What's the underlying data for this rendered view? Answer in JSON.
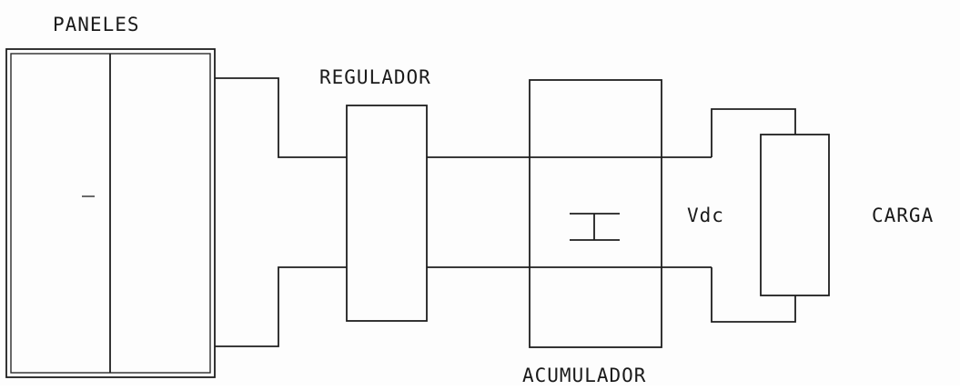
{
  "labels": {
    "panels": "PANELES",
    "regulator": "REGULADOR",
    "battery": "ACUMULADOR",
    "voltage": "Vdc",
    "load": "CARGA"
  },
  "colors": {
    "ink": "#1e1e1e",
    "background": "#fdfdfd"
  }
}
